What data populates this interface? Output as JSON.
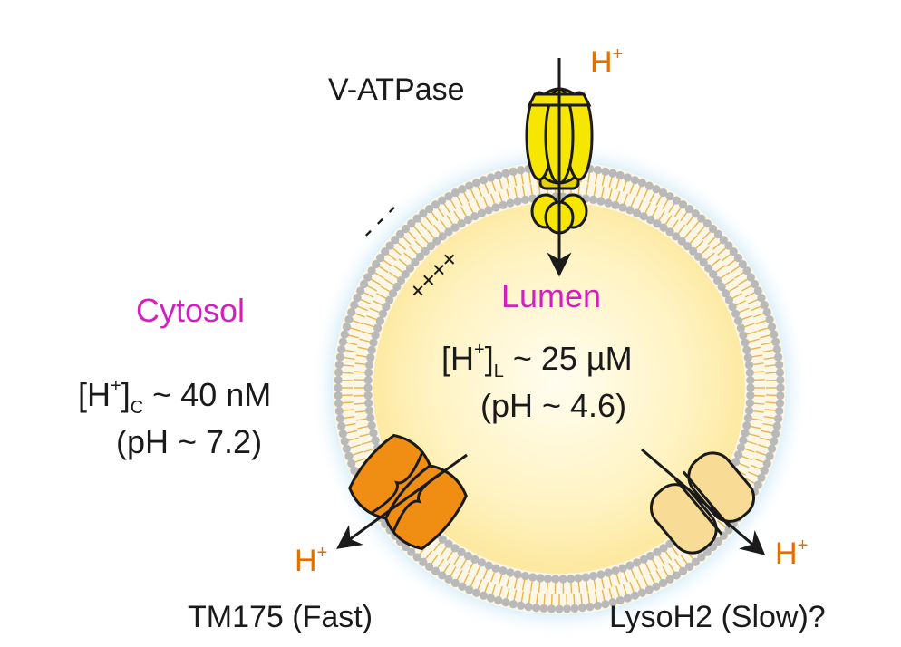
{
  "labels": {
    "vatpase": "V-ATPase",
    "cytosol": "Cytosol",
    "lumen": "Lumen",
    "h": "H",
    "plus": "+",
    "cyto_conc_open": "[H",
    "cyto_conc_close": "]",
    "cyto_sub": "C",
    "cyto_conc_value": " ~ 40 nM",
    "cyto_ph": "(pH ~ 7.2)",
    "lumen_conc_open": "[H",
    "lumen_conc_close": "]",
    "lumen_sub": "L",
    "lumen_conc_value": " ~ 25 µM",
    "lumen_ph": "(pH ~ 4.6)",
    "outer_charge": "- - -",
    "inner_charge": "++++",
    "tm175": "TM175 (Fast)",
    "lysoh2": "LysoH2 (Slow)?"
  },
  "colors": {
    "proton_orange": "#e07000",
    "compartment_magenta": "#d31fbd",
    "vatpase_yellow": "#f7e600",
    "tm175_orange": "#ef8e12",
    "lysoh2_cream": "#f8dc95",
    "lipid_head": "#b9b9b9",
    "lipid_tail": "#e6b64c",
    "halo_blue": "#a8d8f4"
  },
  "icons": [
    "v-atpase-pump-icon",
    "tm175-channel-icon",
    "lysoh2-channel-icon"
  ]
}
